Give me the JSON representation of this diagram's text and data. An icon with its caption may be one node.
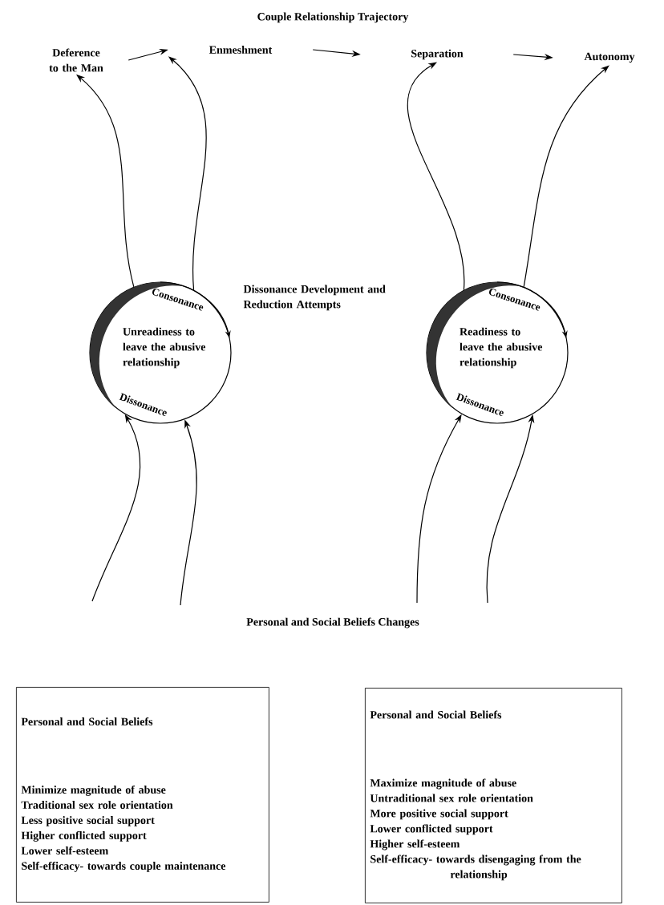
{
  "diagram": {
    "title": "Couple Relationship Trajectory",
    "nodes": [
      {
        "text": [
          "Deference to the Man"
        ]
      },
      {
        "text": [
          "Enmeshment"
        ]
      },
      {
        "text": [
          "Separation"
        ]
      },
      {
        "text": [
          "Autonomy"
        ]
      },
      {
        "text": [
          "Consonance",
          "Unreadiness to leave the abusive relationship",
          "Dissonance"
        ]
      },
      {
        "text": [
          "Consonance",
          "Readiness to leave the abusive relationship",
          "Dissonance"
        ]
      },
      {
        "text": [
          "Personal and Social Beliefs",
          "Minimize magnitude of abuse",
          "Traditional sex role orientation",
          "Less positive social support",
          "Higher conflicted support",
          "Lower self-esteem",
          "Self-efficacy- towards couple maintenance"
        ]
      },
      {
        "text": [
          "Personal and Social Beliefs",
          "Maximize magnitude of abuse",
          "Untraditional sex role orientation",
          "More positive social support",
          "Lower conflicted support",
          "Higher self-esteem",
          "Self-efficacy- towards disengaging from the relationship"
        ]
      }
    ],
    "edges": [
      {
        "from": 0,
        "to": 1,
        "arrow": "to"
      },
      {
        "from": 1,
        "to": 2,
        "arrow": "to"
      },
      {
        "from": 2,
        "to": 3,
        "arrow": "to"
      },
      {
        "from": 4,
        "to": 0,
        "arrow": "to"
      },
      {
        "from": 4,
        "to": 1,
        "arrow": "to"
      },
      {
        "from": 5,
        "to": 2,
        "arrow": "to"
      },
      {
        "from": 5,
        "to": 3,
        "arrow": "to"
      },
      {
        "from": null,
        "to": 4,
        "arrow": "to"
      },
      {
        "from": null,
        "to": 4,
        "arrow": "to"
      },
      {
        "from": null,
        "to": 5,
        "arrow": "to"
      },
      {
        "from": null,
        "to": 5,
        "arrow": "to"
      }
    ],
    "labels": [
      "Dissonance Development and Reduction Attempts",
      "Personal and Social Beliefs Changes"
    ]
  }
}
